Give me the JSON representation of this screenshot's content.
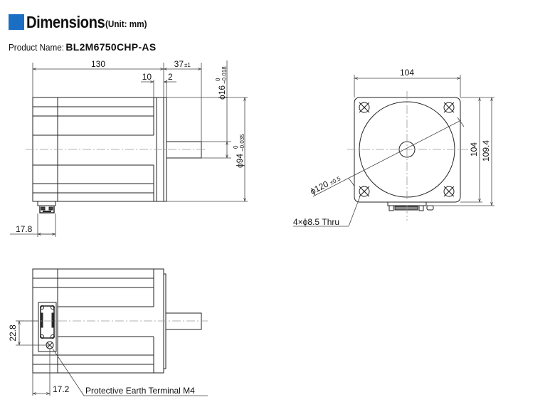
{
  "header": {
    "title": "Dimensions",
    "unit": "(Unit: mm)",
    "accent_color": "#1a6fc4"
  },
  "product": {
    "label": "Product Name:",
    "name": "BL2M6750CHP-AS"
  },
  "side_view": {
    "length": "130",
    "flange_offset": "10",
    "flange_thickness": "2",
    "shaft_length": "37",
    "shaft_length_tol": "±1",
    "shaft_diameter": "ϕ16",
    "shaft_tol_upper": "0",
    "shaft_tol_lower": "−0.018",
    "pilot_diameter": "ϕ94",
    "pilot_tol_upper": "0",
    "pilot_tol_lower": "−0.035",
    "connector_offset": "17.8"
  },
  "front_view": {
    "width": "104",
    "height": "104",
    "overall_height": "109.4",
    "bolt_circle": "ϕ120",
    "bolt_circle_tol": "±0.5",
    "holes": "4×ϕ8.5 Thru"
  },
  "bottom_view": {
    "connector_height": "22.8",
    "pe_offset": "17.2",
    "pe_label": "Protective Earth Terminal M4"
  }
}
